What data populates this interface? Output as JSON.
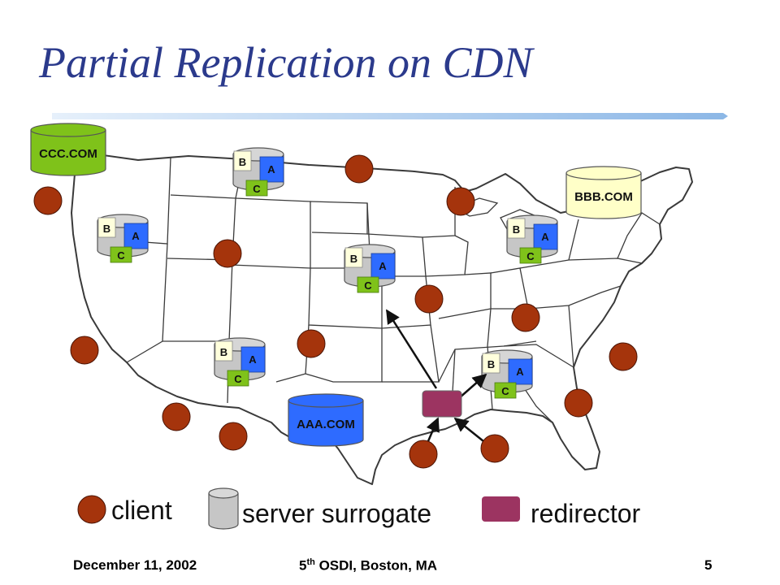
{
  "title": "Partial Replication on CDN",
  "origins": [
    {
      "id": "ccc",
      "label": "CCC.COM",
      "color": "#7fc21a"
    },
    {
      "id": "bbb",
      "label": "BBB.COM",
      "color": "#ffffc8"
    },
    {
      "id": "aaa",
      "label": "AAA.COM",
      "color": "#2e6bff"
    }
  ],
  "surrogate_labels": {
    "a": "A",
    "b": "B",
    "c": "C"
  },
  "colors": {
    "client": "#a5340c",
    "redirector": "#9c3461",
    "surrogate": "#c6c6c6",
    "replica_a": "#2e6bff",
    "replica_b": "#ffffdc",
    "replica_c": "#7fc21a",
    "title": "#2b3a8c"
  },
  "legend": {
    "client": "client",
    "server_surrogate": "server surrogate",
    "redirector": "redirector"
  },
  "footer": {
    "date": "December 11, 2002",
    "venue_ordinal": "5",
    "venue_superscript": "th",
    "venue_rest": " OSDI, Boston, MA",
    "page": "5"
  }
}
